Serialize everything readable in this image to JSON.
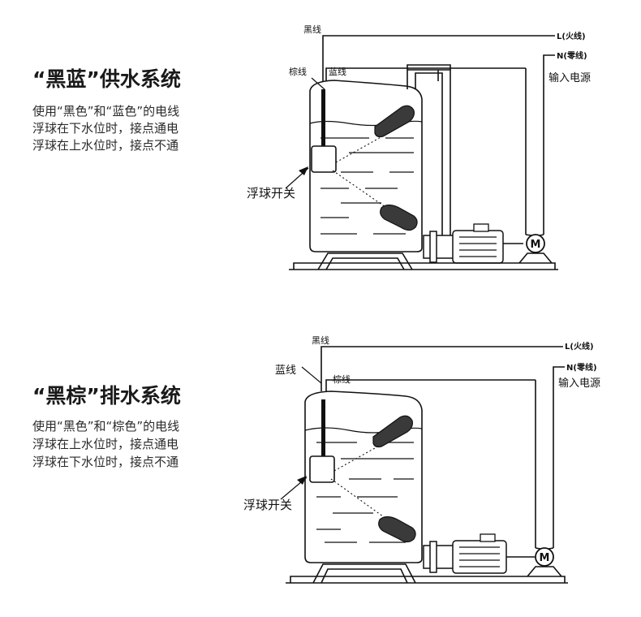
{
  "panels": [
    {
      "title": "“黑蓝”供水系统",
      "lines": [
        "使用“黑色”和“蓝色”的电线",
        "浮球在下水位时，接点通电",
        "浮球在上水位时，接点不通"
      ],
      "wire_black": "黑线",
      "wire_left": "棕线",
      "wire_right": "蓝线",
      "live": "L(火线)",
      "neutral": "N(零线)",
      "power": "输入电源",
      "float_switch": "浮球开关",
      "motor": "M"
    },
    {
      "title": "“黑棕”排水系统",
      "lines": [
        "使用“黑色”和“棕色”的电线",
        "浮球在上水位时，接点通电",
        "浮球在下水位时，接点不通"
      ],
      "wire_black": "黑线",
      "wire_left": "蓝线",
      "wire_right": "棕线",
      "live": "L(火线)",
      "neutral": "N(零线)",
      "power": "输入电源",
      "float_switch": "浮球开关",
      "motor": "M"
    }
  ]
}
